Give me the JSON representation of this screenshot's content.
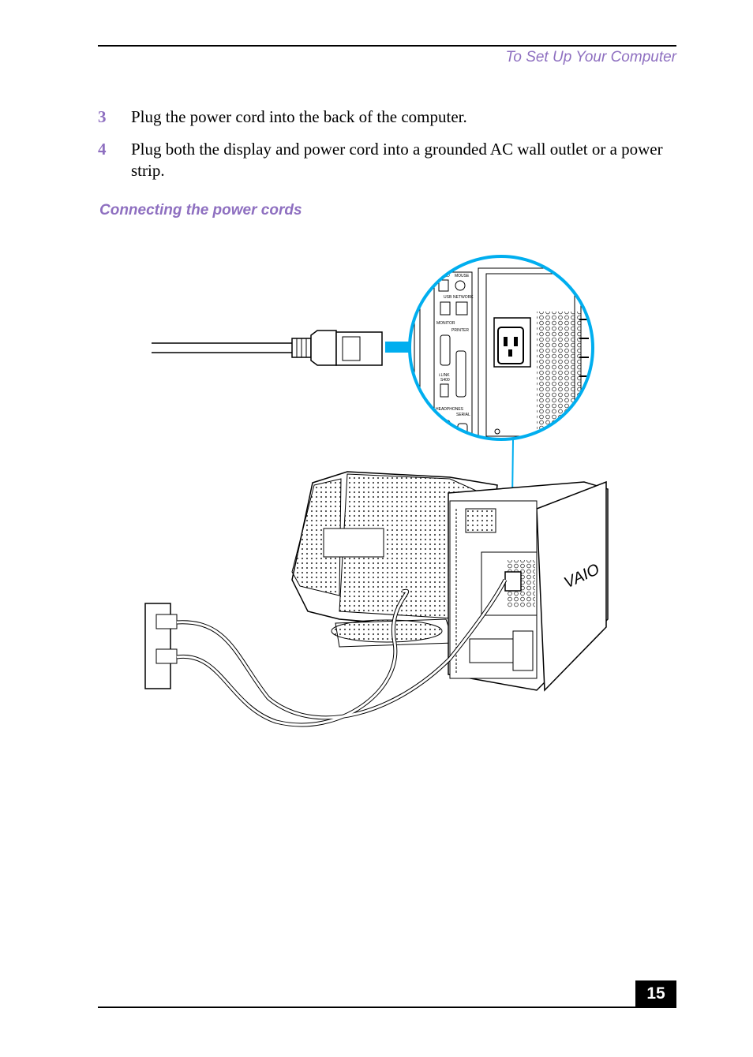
{
  "header": {
    "section_title": "To Set Up Your Computer"
  },
  "steps": [
    {
      "number": "3",
      "text": "Plug the power cord into the back of the computer."
    },
    {
      "number": "4",
      "text": "Plug both the display and power cord into a grounded AC wall outlet or a power strip."
    }
  ],
  "figure": {
    "caption": "Connecting the power cords",
    "port_labels": {
      "keyboard": "BOARD",
      "mouse": "MOUSE",
      "usb": "USB",
      "network": "NETWORK",
      "monitor": "MONITOR",
      "printer": "PRINTER",
      "ilink": "i.LINK",
      "ilink_sub": "S400",
      "headphones": "HEADPHONES",
      "serial": "SERIAL"
    },
    "brand": "VAIO",
    "accent_color": "#00aeef"
  },
  "footer": {
    "page_number": "15"
  }
}
